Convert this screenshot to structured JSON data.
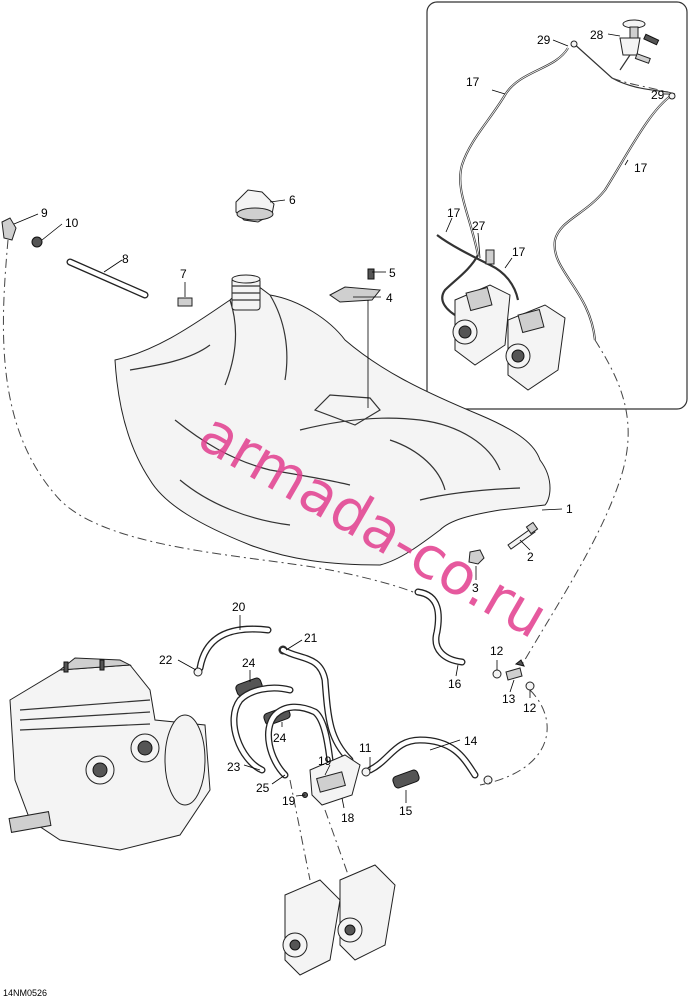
{
  "diagram": {
    "code": "14NM0526",
    "watermark": "armada-co.ru",
    "callouts": [
      "1",
      "2",
      "3",
      "4",
      "5",
      "6",
      "7",
      "8",
      "9",
      "10",
      "11",
      "12",
      "12",
      "13",
      "14",
      "15",
      "16",
      "17",
      "17",
      "17",
      "17",
      "18",
      "19",
      "19",
      "20",
      "21",
      "22",
      "23",
      "24",
      "24",
      "25",
      "27",
      "28",
      "29",
      "29"
    ]
  }
}
